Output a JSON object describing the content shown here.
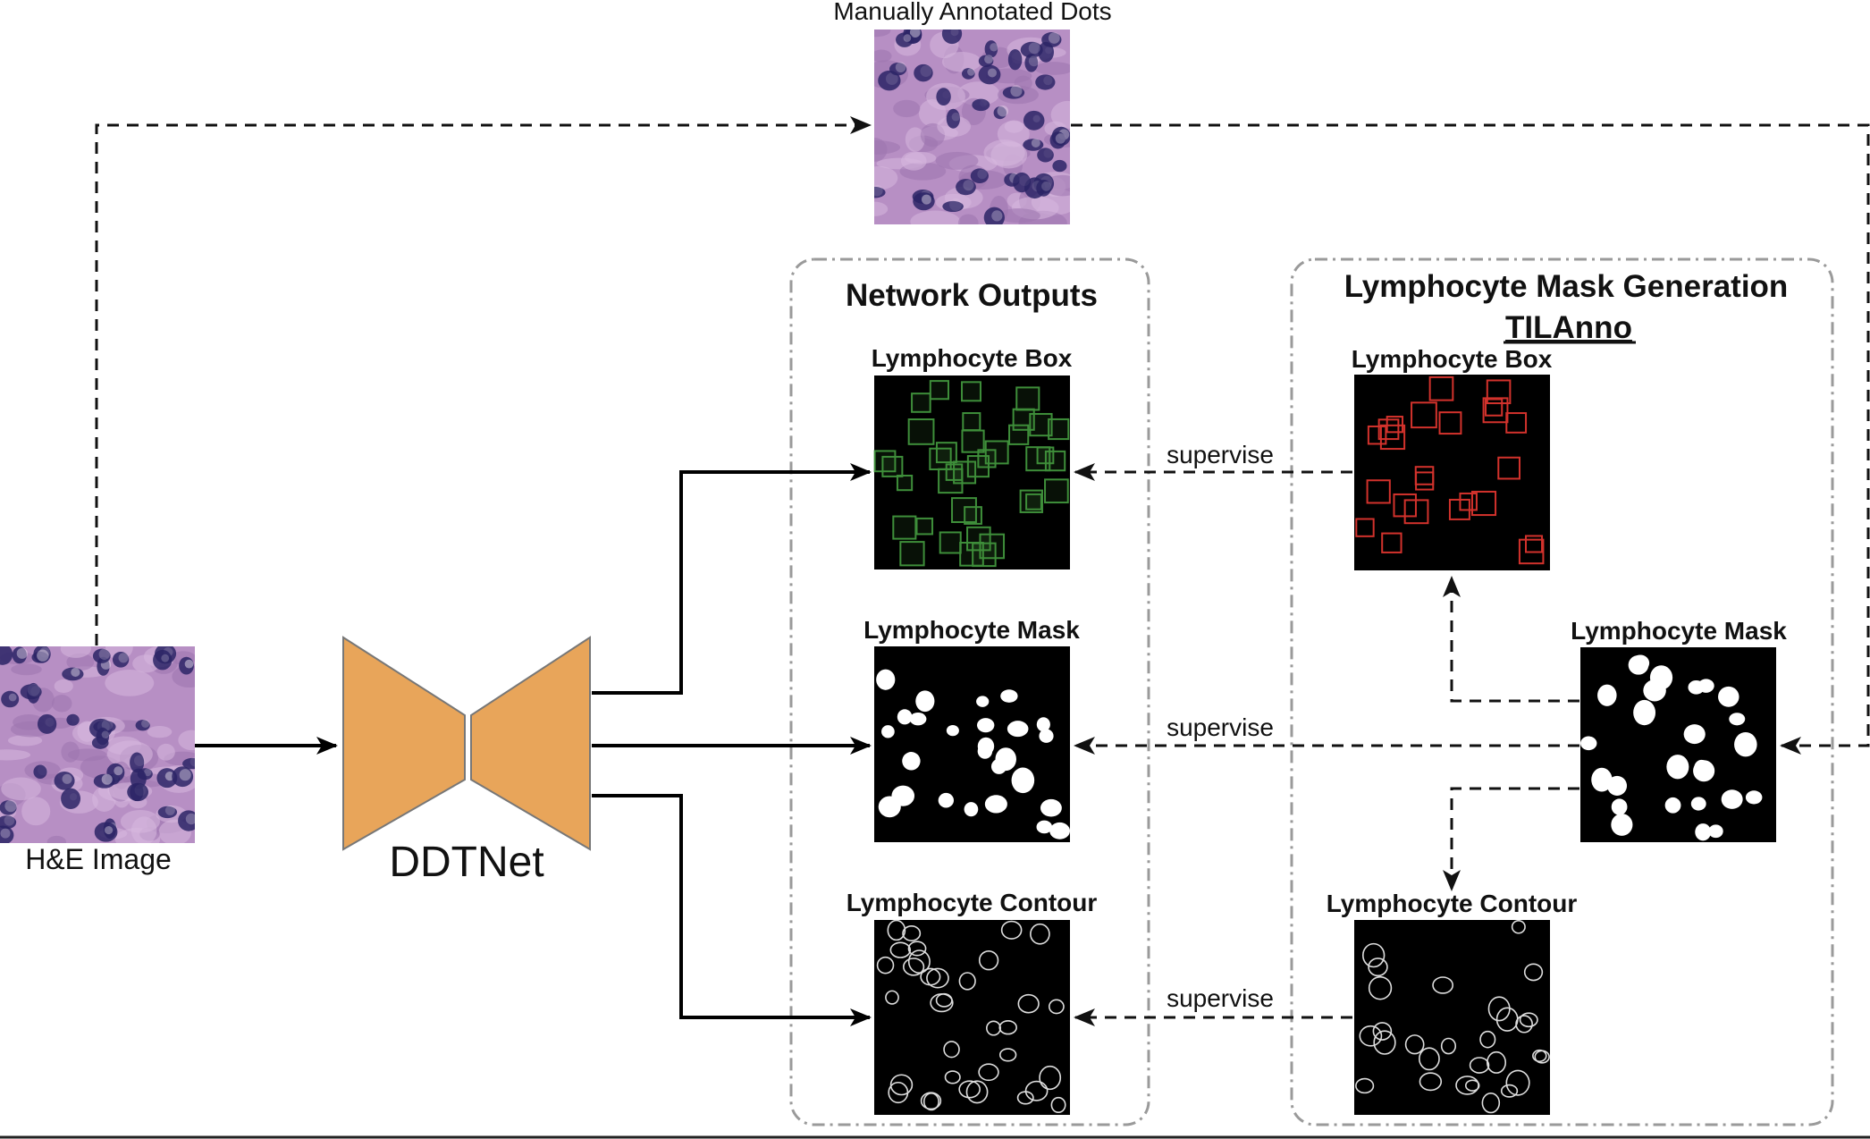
{
  "labels": {
    "annotated_dots": "Manually Annotated Dots",
    "he_image": "H&E Image",
    "network_name": "DDTNet",
    "network_outputs_title": "Network Outputs",
    "mask_generation_title": "Lymphocyte Mask Generation",
    "mask_generation_tool": "TILAnno",
    "out_box": "Lymphocyte Box",
    "out_mask": "Lymphocyte Mask",
    "out_contour": "Lymphocyte Contour",
    "gen_box": "Lymphocyte Box",
    "gen_mask": "Lymphocyte Mask",
    "gen_contour": "Lymphocyte Contour",
    "supervise_1": "supervise",
    "supervise_2": "supervise",
    "supervise_3": "supervise"
  },
  "colors": {
    "network": "#E8A55A",
    "he_tissue": "#B78FC4",
    "he_nucleus": "#2C2466",
    "pred_box": "#3E8E3A",
    "gt_box": "#D2322C",
    "panel_border": "#9A9A9A"
  },
  "icons": [
    "histology-image",
    "encoder-decoder-network",
    "mask-image",
    "box-image",
    "contour-image"
  ]
}
